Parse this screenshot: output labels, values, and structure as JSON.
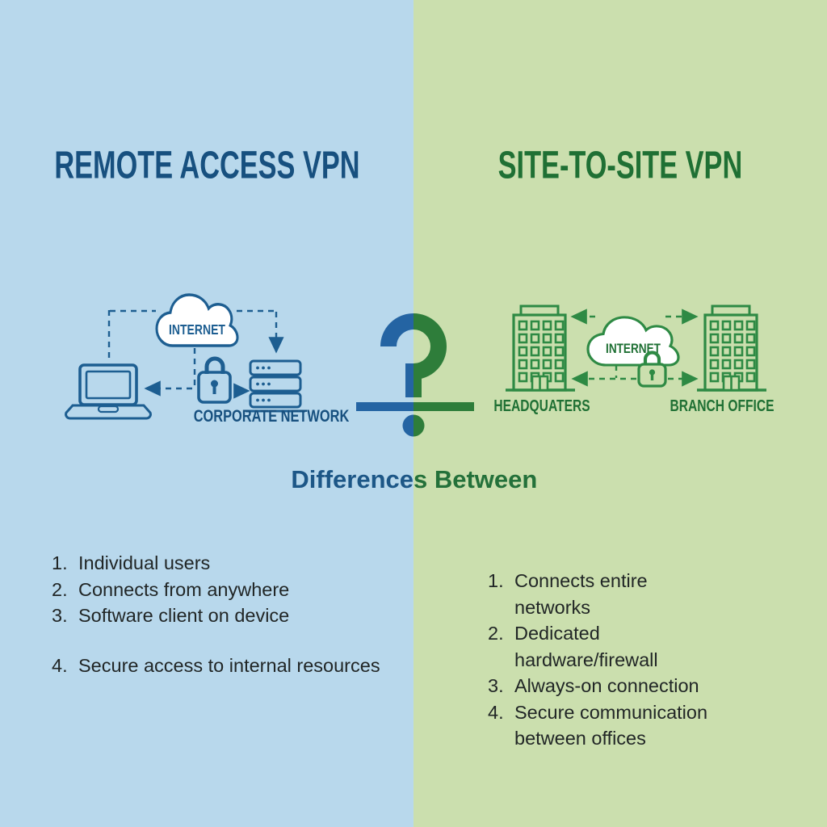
{
  "colors": {
    "left_background": "#b8d8ec",
    "right_background": "#cbdfae",
    "blue_title": "#17507f",
    "blue_diagram": "#1d5e91",
    "green_title": "#1f7034",
    "green_diagram": "#2e8a44",
    "question_mark_blue": "#2464a3",
    "question_mark_green": "#2e7d3a",
    "list_text": "#212626"
  },
  "left_panel": {
    "title": "REMOTE ACCESS VPN",
    "diagram": {
      "cloud_label": "INTERNET",
      "network_label": "CORPORATE NETWORK"
    },
    "list": [
      {
        "number": "1.",
        "text": "Individual users"
      },
      {
        "number": "2.",
        "text": "Connects from anywhere"
      },
      {
        "number": "3.",
        "text": "Software client on device"
      },
      {
        "number": "4.",
        "text": "Secure access to internal resources"
      }
    ]
  },
  "right_panel": {
    "title": "SITE-TO-SITE VPN",
    "diagram": {
      "cloud_label": "INTERNET",
      "left_building_label": "HEADQUATERS",
      "right_building_label": "BRANCH OFFICE"
    },
    "list": [
      {
        "number": "1.",
        "text": "Connects entire networks"
      },
      {
        "number": "2.",
        "text": "Dedicated hardware/firewall"
      },
      {
        "number": "3.",
        "text": "Always-on connection"
      },
      {
        "number": "4.",
        "text": "Secure communication between offices"
      }
    ]
  },
  "center": {
    "caption_blue": "Difference",
    "caption_green": "s Between"
  }
}
